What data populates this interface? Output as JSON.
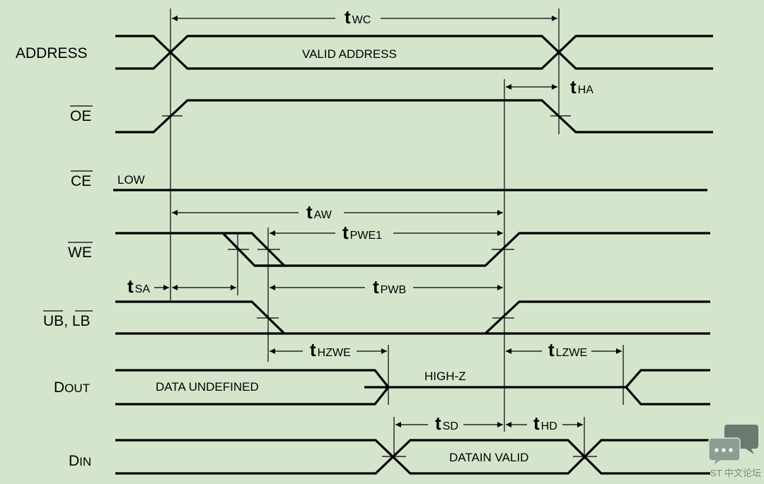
{
  "signals": {
    "address": "ADDRESS",
    "oe": "OE",
    "ce": "CE",
    "we": "WE",
    "ub": "UB",
    "lb_sep": ", ",
    "lb": "LB",
    "dout_d": "D",
    "dout_rest": "OUT",
    "din_d": "D",
    "din_rest": "IN"
  },
  "inline_labels": {
    "valid_address": "VALID ADDRESS",
    "low": "LOW",
    "data_undefined": "DATA UNDEFINED",
    "high_z": "HIGH-Z",
    "datain_valid": "DATAIN VALID"
  },
  "timing": {
    "wc": {
      "t": "t",
      "sub": "WC"
    },
    "ha": {
      "t": "t",
      "sub": "HA"
    },
    "aw": {
      "t": "t",
      "sub": "AW"
    },
    "pwe1": {
      "t": "t",
      "sub": "PWE1"
    },
    "sa": {
      "t": "t",
      "sub": "SA"
    },
    "pwb": {
      "t": "t",
      "sub": "PWB"
    },
    "hzwe": {
      "t": "t",
      "sub": "HZWE"
    },
    "lzwe": {
      "t": "t",
      "sub": "LZWE"
    },
    "sd": {
      "t": "t",
      "sub": "SD"
    },
    "hd": {
      "t": "t",
      "sub": "HD"
    }
  },
  "watermark": {
    "text": "ST 中文论坛",
    "icon": "chat-bubbles-icon"
  },
  "colors": {
    "background": "#d5e5cc",
    "line": "#000000",
    "watermark": "#7a8a80"
  }
}
